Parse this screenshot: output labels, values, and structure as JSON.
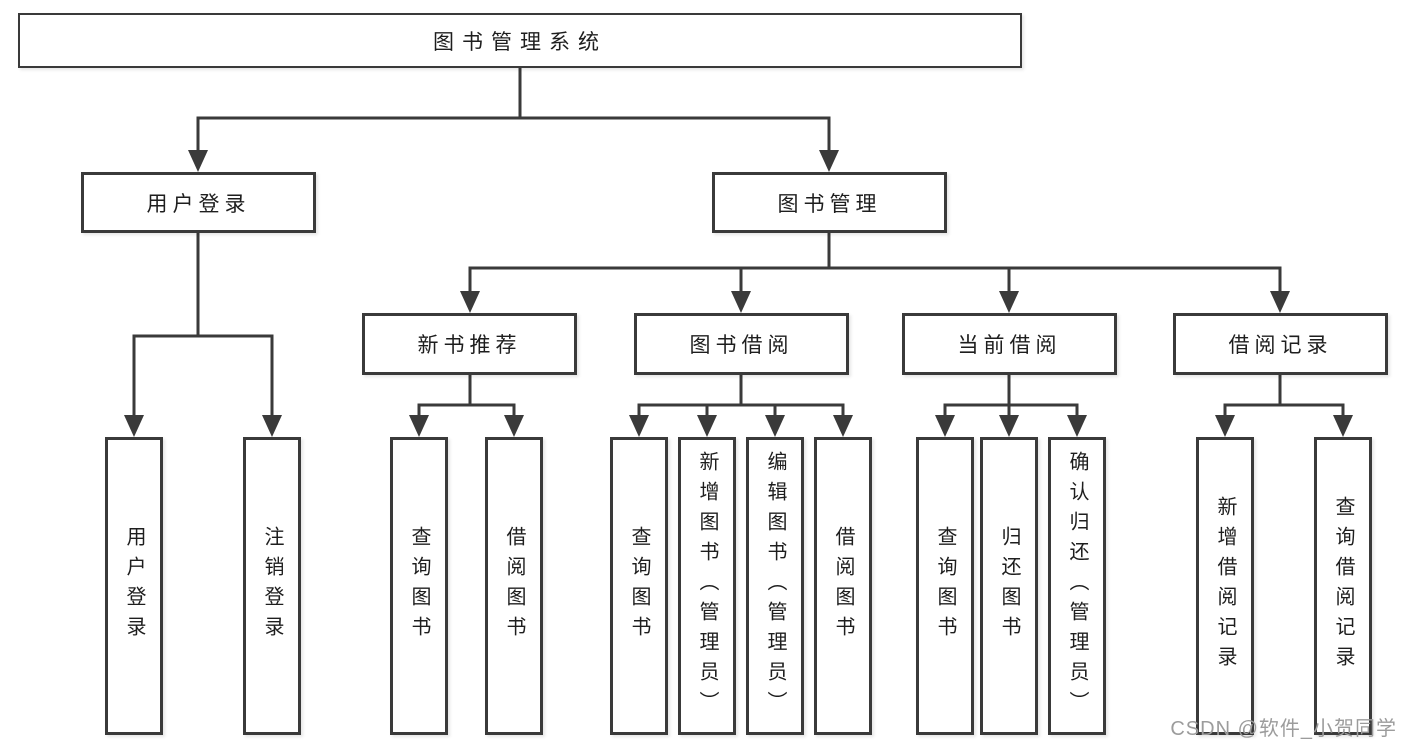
{
  "diagram": {
    "root": "图书管理系统",
    "level2": [
      "用户登录",
      "图书管理"
    ],
    "level3": [
      "新书推荐",
      "图书借阅",
      "当前借阅",
      "借阅记录"
    ],
    "leaves": {
      "user_login": [
        "用户登录",
        "注销登录"
      ],
      "new_book": [
        "查询图书",
        "借阅图书"
      ],
      "book_borrow": [
        "查询图书",
        "新增图书（管理员）",
        "编辑图书（管理员）",
        "借阅图书"
      ],
      "current_borrow": [
        "查询图书",
        "归还图书",
        "确认归还（管理员）"
      ],
      "borrow_records": [
        "新增借阅记录",
        "查询借阅记录"
      ]
    }
  },
  "watermark": "CSDN @软件_小贺同学",
  "colors": {
    "line": "#3a3a3a",
    "text": "#1e1e1e",
    "background": "#ffffff",
    "watermark": "#9c9c9c"
  }
}
